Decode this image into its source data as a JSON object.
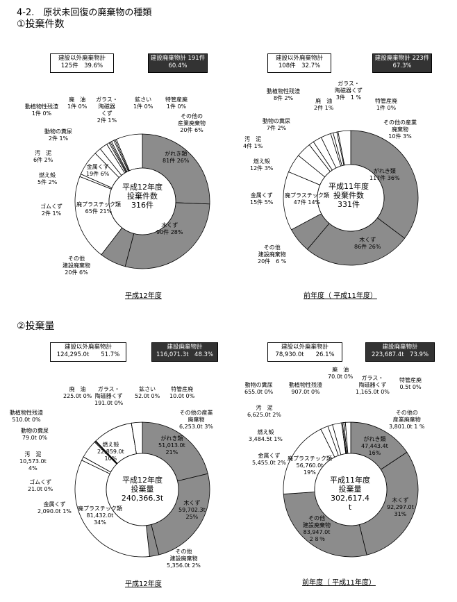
{
  "page_title": "4-2.　原状未回復の廃棄物の種類",
  "section1_title": "①投棄件数",
  "section2_title": "②投棄量",
  "colors": {
    "construction": "#8c8c8c",
    "other": "#ffffff",
    "stroke": "#000000",
    "dark_box": "#333333"
  },
  "chart_data": [
    {
      "type": "pie",
      "caption": "平成12年度",
      "center_text": "平成12年度\n投棄件数\n316件",
      "summary": {
        "non_construction": "建設以外廃棄物計\n125件　39.6%",
        "construction": "建設廃棄物計\n191件　60.4%"
      },
      "slices": [
        {
          "label": "がれき類\n81件 26%",
          "value": 81,
          "construction": true
        },
        {
          "label": "木くず\n90件 28%",
          "value": 90,
          "construction": true
        },
        {
          "label": "その他\n建設廃棄物\n20件 6%",
          "value": 20,
          "construction": true
        },
        {
          "label": "廃プラスチック類\n65件 21%",
          "value": 65,
          "construction": false
        },
        {
          "label": "ゴムくず\n2件 1%",
          "value": 2,
          "construction": false
        },
        {
          "label": "金属くず\n19件 6%",
          "value": 19,
          "construction": false
        },
        {
          "label": "燃え殻\n5件 2%",
          "value": 5,
          "construction": false
        },
        {
          "label": "汚　泥\n6件 2%",
          "value": 6,
          "construction": false
        },
        {
          "label": "動物の糞尿\n2件 1%",
          "value": 2,
          "construction": false
        },
        {
          "label": "動植物性残渣\n1件 0%",
          "value": 1,
          "construction": false
        },
        {
          "label": "廃　油\n1件 0%",
          "value": 1,
          "construction": false
        },
        {
          "label": "ガラス・\n陶磁器\nくず\n2件 1%",
          "value": 2,
          "construction": false
        },
        {
          "label": "鉱さい\n1件 0%",
          "value": 1,
          "construction": false
        },
        {
          "label": "特管産廃\n1件 0%",
          "value": 1,
          "construction": false
        },
        {
          "label": "その他の\n産業廃棄物\n20件 6%",
          "value": 20,
          "construction": false
        }
      ]
    },
    {
      "type": "pie",
      "caption": "前年度（ 平成11年度）",
      "center_text": "平成11年度\n投棄件数\n331件",
      "summary": {
        "non_construction": "建設以外廃棄物計\n108件　32.7%",
        "construction": "建設廃棄物計\n223件　67.3%"
      },
      "slices": [
        {
          "label": "がれき類\n117件 36%",
          "value": 117,
          "construction": true
        },
        {
          "label": "木くず\n86件 26%",
          "value": 86,
          "construction": true
        },
        {
          "label": "その他\n建設廃棄物\n20件　6 %",
          "value": 20,
          "construction": true
        },
        {
          "label": "廃プラスチック類\n47件 14%",
          "value": 47,
          "construction": false
        },
        {
          "label": "金属くず\n15件 5%",
          "value": 15,
          "construction": false
        },
        {
          "label": "燃え殻\n12件 3%",
          "value": 12,
          "construction": false
        },
        {
          "label": "汚　泥\n4件 1%",
          "value": 4,
          "construction": false
        },
        {
          "label": "動物の糞尿\n7件 2%",
          "value": 7,
          "construction": false
        },
        {
          "label": "動植物性残渣\n8件 2%",
          "value": 8,
          "construction": false
        },
        {
          "label": "廃　油\n2件 1%",
          "value": 2,
          "construction": false
        },
        {
          "label": "ガラス・\n陶磁器くず\n3件　1 %",
          "value": 3,
          "construction": false
        },
        {
          "label": "特管産廃\n1件 0%",
          "value": 1,
          "construction": false
        },
        {
          "label": "その他の産業\n廃棄物\n10件 3%",
          "value": 10,
          "construction": false
        }
      ]
    },
    {
      "type": "pie",
      "caption": "平成12年度",
      "center_text": "平成12年度\n投棄量\n240,366.3t",
      "summary": {
        "non_construction": "建設以外廃棄物計\n124,295.0t　　51.7%",
        "construction": "建設廃棄物計\n116,071.3t　48.3%"
      },
      "slices": [
        {
          "label": "がれき類\n51,013.0t\n21%",
          "value": 51013.0,
          "construction": true
        },
        {
          "label": "木くず\n59,702.3t\n25%",
          "value": 59702.3,
          "construction": true
        },
        {
          "label": "その他\n建設廃棄物\n5,356.0t 2%",
          "value": 5356.0,
          "construction": true
        },
        {
          "label": "廃プラスチック類\n81,432.0t\n34%",
          "value": 81432.0,
          "construction": false
        },
        {
          "label": "金属くず\n2,090.0t 1%",
          "value": 2090.0,
          "construction": false
        },
        {
          "label": "ゴムくず\n21.0t 0%",
          "value": 21.0,
          "construction": false
        },
        {
          "label": "汚　泥\n10,573.0t\n4%",
          "value": 10573.0,
          "construction": false
        },
        {
          "label": "動物の糞尿\n79.0t 0%",
          "value": 79.0,
          "construction": false
        },
        {
          "label": "動植物性残渣\n510.0t 0%",
          "value": 510.0,
          "construction": false
        },
        {
          "label": "廃　油\n225.0t 0%",
          "value": 225.0,
          "construction": false
        },
        {
          "label": "ガラス・\n陶磁器くず\n191.0t 0%",
          "value": 191.0,
          "construction": false
        },
        {
          "label": "燃え殻\n22,859.0t\n10%",
          "value": 22859.0,
          "construction": false
        },
        {
          "label": "鉱さい\n52.0t 0%",
          "value": 52.0,
          "construction": false
        },
        {
          "label": "特管産廃\n10.0t 0%",
          "value": 10.0,
          "construction": false
        },
        {
          "label": "その他の産業\n廃棄物\n6,253.0t 3%",
          "value": 6253.0,
          "construction": false
        }
      ]
    },
    {
      "type": "pie",
      "caption": "前年度（ 平成11年度）",
      "center_text": "平成11年度\n投棄量\n302,617.4\nt",
      "summary": {
        "non_construction": "建設以外廃棄物計\n78,930.0t　　26.1%",
        "construction": "建設廃棄物計\n223,687.4t　73.9%"
      },
      "slices": [
        {
          "label": "がれき類\n47,443.4t\n16%",
          "value": 47443.4,
          "construction": true
        },
        {
          "label": "木くず\n92,297.0t\n31%",
          "value": 92297.0,
          "construction": true
        },
        {
          "label": "その他\n建設廃棄物\n83,947.0t\n２８％",
          "value": 83947.0,
          "construction": true
        },
        {
          "label": "廃プラスチック類\n56,760.0t\n19%",
          "value": 56760.0,
          "construction": false
        },
        {
          "label": "金属くず\n5,455.0t 2%",
          "value": 5455.0,
          "construction": false
        },
        {
          "label": "燃え殻\n3,484.5t 1%",
          "value": 3484.5,
          "construction": false
        },
        {
          "label": "汚　泥\n6,625.0t 2%",
          "value": 6625.0,
          "construction": false
        },
        {
          "label": "動物の糞尿\n655.0t 0%",
          "value": 655.0,
          "construction": false
        },
        {
          "label": "動植物性残渣\n907.0t 0%",
          "value": 907.0,
          "construction": false
        },
        {
          "label": "廃　油\n70.0t 0%",
          "value": 70.0,
          "construction": false
        },
        {
          "label": "ガラス・\n陶磁器くず\n1,165.0t 0%",
          "value": 1165.0,
          "construction": false
        },
        {
          "label": "特管産廃\n0.5t 0%",
          "value": 0.5,
          "construction": false
        },
        {
          "label": "その他の\n産業廃棄物\n3,801.0t 1 %",
          "value": 3801.0,
          "construction": false
        }
      ]
    }
  ]
}
